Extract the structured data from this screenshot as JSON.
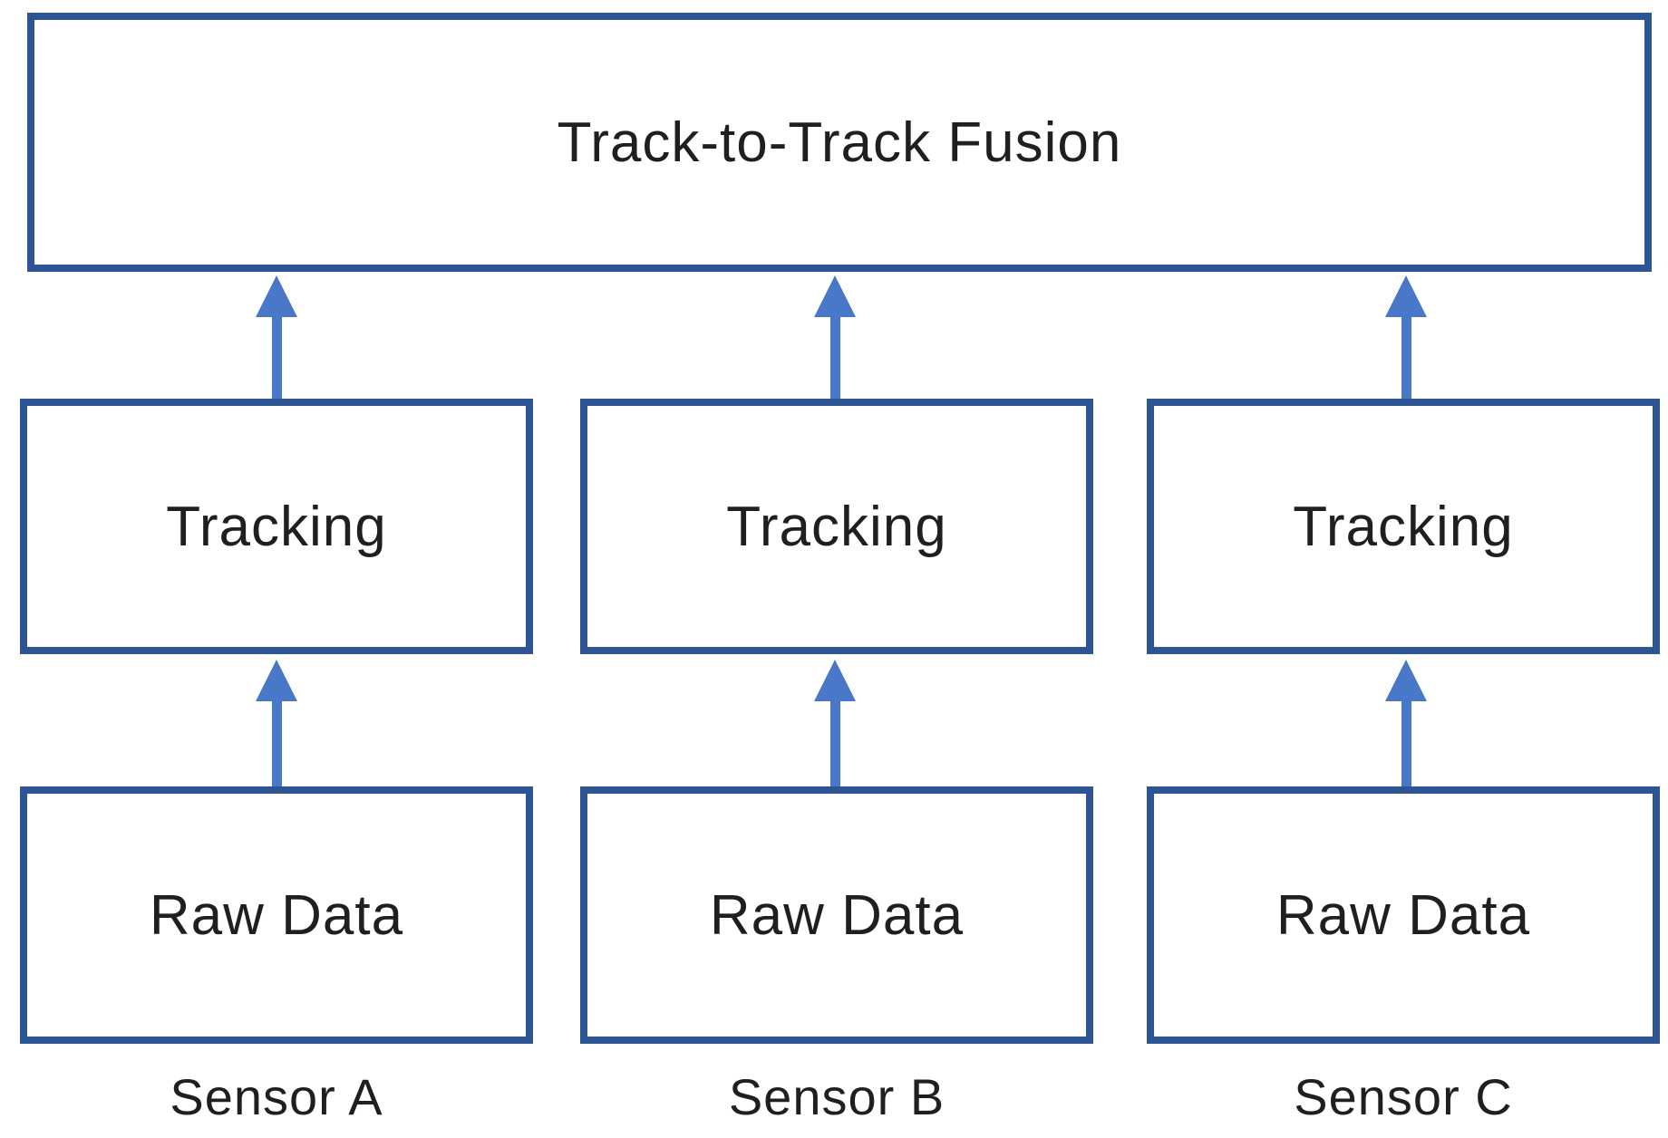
{
  "diagram": {
    "fusion_label": "Track-to-Track Fusion",
    "columns": [
      {
        "tracking_label": "Tracking",
        "raw_label": "Raw Data",
        "sensor_label": "Sensor A"
      },
      {
        "tracking_label": "Tracking",
        "raw_label": "Raw Data",
        "sensor_label": "Sensor B"
      },
      {
        "tracking_label": "Tracking",
        "raw_label": "Raw Data",
        "sensor_label": "Sensor C"
      }
    ],
    "colors": {
      "box_border": "#2d5493",
      "arrow": "#4a78c8",
      "text": "#1f1f1f",
      "background": "#ffffff"
    }
  }
}
